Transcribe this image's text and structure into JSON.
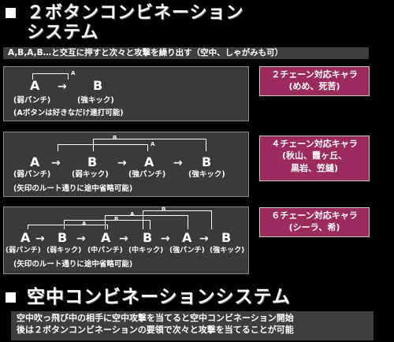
{
  "heading1": {
    "line1": "２ボタンコンビネーション",
    "line2": "システム"
  },
  "intro_bar": "A,B,A,B…と交互に押すと次々と攻撃を繰り出す（空中、しゃがみも可）",
  "panel1": {
    "letters": [
      "A",
      "B"
    ],
    "labels": [
      "(弱パンチ)",
      "(強キック)"
    ],
    "marker": "A",
    "note": "(Aボタンは好きなだけ連打可能)"
  },
  "panel2": {
    "letters": [
      "A",
      "B",
      "A",
      "B"
    ],
    "labels": [
      "(弱パンチ)",
      "(弱キック)",
      "(強パンチ)",
      "(強キック)"
    ],
    "markers": [
      "A",
      "B"
    ],
    "note": "(矢印のルート通りに途中省略可能)"
  },
  "panel3": {
    "letters": [
      "A",
      "B",
      "A",
      "B",
      "A",
      "B"
    ],
    "labels": [
      "(弱パンチ)",
      "(弱キック)",
      "(中パンチ)",
      "(中キック)",
      "(強パンチ)",
      "(強キック)"
    ],
    "markers": [
      "A",
      "B",
      "A",
      "B"
    ],
    "note": "(矢印のルート通りに途中省略可能)"
  },
  "chars": [
    {
      "title": "２チェーン対応キャラ",
      "lines": [
        "(めめ、死苦)"
      ]
    },
    {
      "title": "４チェーン対応キャラ",
      "lines": [
        "(秋山、霞ヶ丘、",
        "黒岩、笠縫)"
      ]
    },
    {
      "title": "６チェーン対応キャラ",
      "lines": [
        "(シーラ、希)"
      ]
    }
  ],
  "heading2": "空中コンビネーションシステム",
  "air_desc": [
    "空中吹っ飛び中の相手に空中攻撃を当てると空中コンビネーション開始",
    "後は２ボタンコンビネーションの要領で次々と攻撃を当てることが可能"
  ],
  "colors": {
    "panel_bg": "#3a3a3a",
    "accent": "#9b2b5f",
    "bar_bg": "#3e3e3e"
  }
}
